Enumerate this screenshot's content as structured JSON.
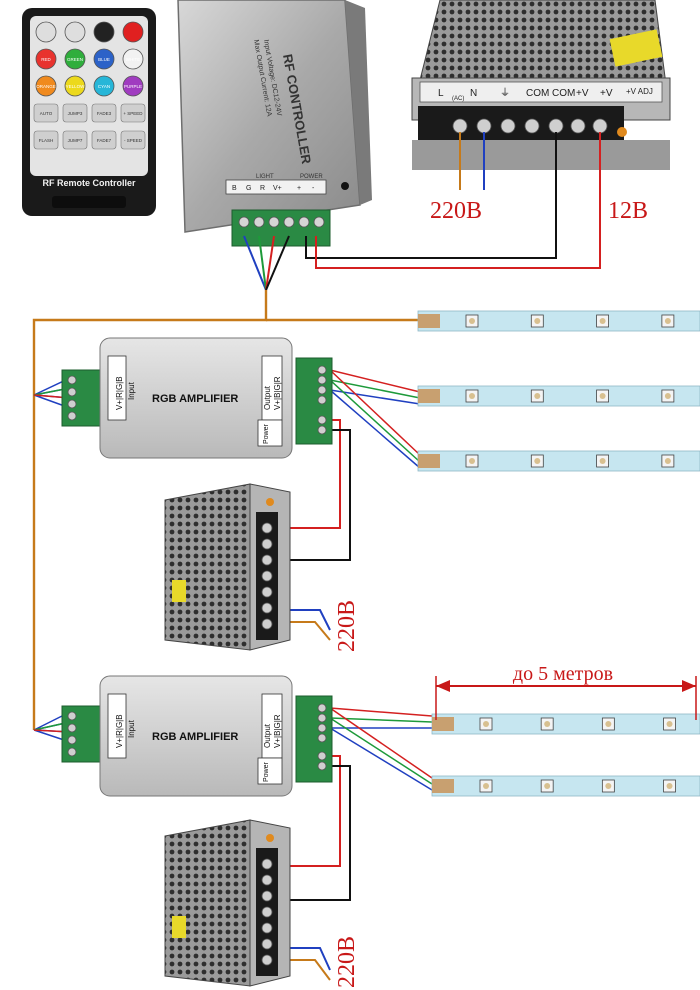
{
  "remote": {
    "title": "RF Remote Controller",
    "buttons": [
      {
        "label": "",
        "color": "#dedede"
      },
      {
        "label": "",
        "color": "#dedede"
      },
      {
        "label": "",
        "color": "#222222"
      },
      {
        "label": "",
        "color": "#e02020"
      },
      {
        "label": "RED",
        "color": "#e8332e"
      },
      {
        "label": "GREEN",
        "color": "#2fae3c"
      },
      {
        "label": "BLUE",
        "color": "#2c62c8"
      },
      {
        "label": "WHITE",
        "color": "#f2f2f2"
      },
      {
        "label": "ORANGE",
        "color": "#f08a1e"
      },
      {
        "label": "YELLOW",
        "color": "#ecd91c"
      },
      {
        "label": "CYAN",
        "color": "#26b6d8"
      },
      {
        "label": "PURPLE",
        "color": "#a03cc0"
      },
      {
        "label": "AUTO",
        "color": "#cfcfcf"
      },
      {
        "label": "JUMP3",
        "color": "#cfcfcf"
      },
      {
        "label": "FADE3",
        "color": "#cfcfcf"
      },
      {
        "label": "+ SPEED",
        "color": "#cfcfcf"
      },
      {
        "label": "FLASH",
        "color": "#cfcfcf"
      },
      {
        "label": "JUMP7",
        "color": "#cfcfcf"
      },
      {
        "label": "FADE7",
        "color": "#cfcfcf"
      },
      {
        "label": "- SPEED",
        "color": "#cfcfcf"
      }
    ]
  },
  "controller": {
    "title": "RF CONTROLLER",
    "spec_lines": [
      "Input Voltage: DC12-24V",
      "Max Output Current: 12A"
    ],
    "light_label": "LIGHT",
    "power_label": "POWER",
    "light_pins": [
      "B",
      "G",
      "R",
      "V+"
    ],
    "power_pins": [
      "+",
      "-"
    ]
  },
  "psu_main": {
    "terminals": [
      "L",
      "N",
      "⏚",
      "COM",
      "COM",
      "+V",
      "+V"
    ],
    "adj_label": "+V ADJ",
    "ac_label": "(AC)"
  },
  "labels": {
    "mains_top": "220В",
    "dc_top": "12В",
    "mains_mid": "220В",
    "mains_bottom": "220В",
    "length": "до 5 метров"
  },
  "amplifier": {
    "title": "RGB  AMPLIFIER",
    "input_label": "Input",
    "output_label": "Output",
    "power_label": "Power",
    "pins": [
      "V+",
      "R",
      "G",
      "B"
    ],
    "power_pins": [
      "+",
      "-"
    ]
  },
  "colors": {
    "red_wire": "#d42020",
    "green_wire": "#1e9a3a",
    "blue_wire": "#2040c0",
    "black_wire": "#111111",
    "brown_wire": "#c67a1a",
    "terminal_green": "#2a8a44",
    "strip": "#c6e6f0",
    "label_red": "#c81818"
  }
}
